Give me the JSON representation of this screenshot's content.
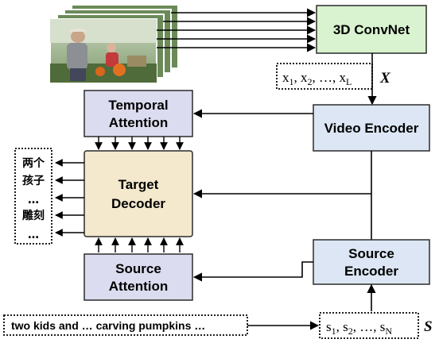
{
  "boxes": {
    "convnet": {
      "label": "3D ConvNet",
      "fill": "#d9f2cf"
    },
    "video_encoder": {
      "label": "Video Encoder",
      "fill": "#dce6f4"
    },
    "temporal_attention": {
      "lines": [
        "Temporal",
        "Attention"
      ],
      "fill": "#dcdcf0"
    },
    "target_decoder": {
      "lines": [
        "Target",
        "Decoder"
      ],
      "fill": "#f4e8cd"
    },
    "source_attention": {
      "lines": [
        "Source",
        "Attention"
      ],
      "fill": "#dcdcf0"
    },
    "source_encoder": {
      "lines": [
        "Source",
        "Encoder"
      ],
      "fill": "#dce6f4"
    }
  },
  "features": {
    "x_seq": {
      "t1": "x",
      "s1": "1",
      "sep1": ", ",
      "t2": "x",
      "s2": "2",
      "mid": ", …, ",
      "t3": "x",
      "s3": "L"
    },
    "x_var": "X",
    "s_seq": {
      "t1": "s",
      "s1": "1",
      "sep1": ", ",
      "t2": "s",
      "s2": "2",
      "mid": ", …, ",
      "t3": "s",
      "s3": "N"
    },
    "s_var": "S"
  },
  "output_tokens": [
    "两个",
    "孩子",
    "…",
    "雕刻",
    "…"
  ],
  "source_sentence": "two kids and … carving pumpkins …",
  "image": {
    "description_icon": "video-frames"
  }
}
